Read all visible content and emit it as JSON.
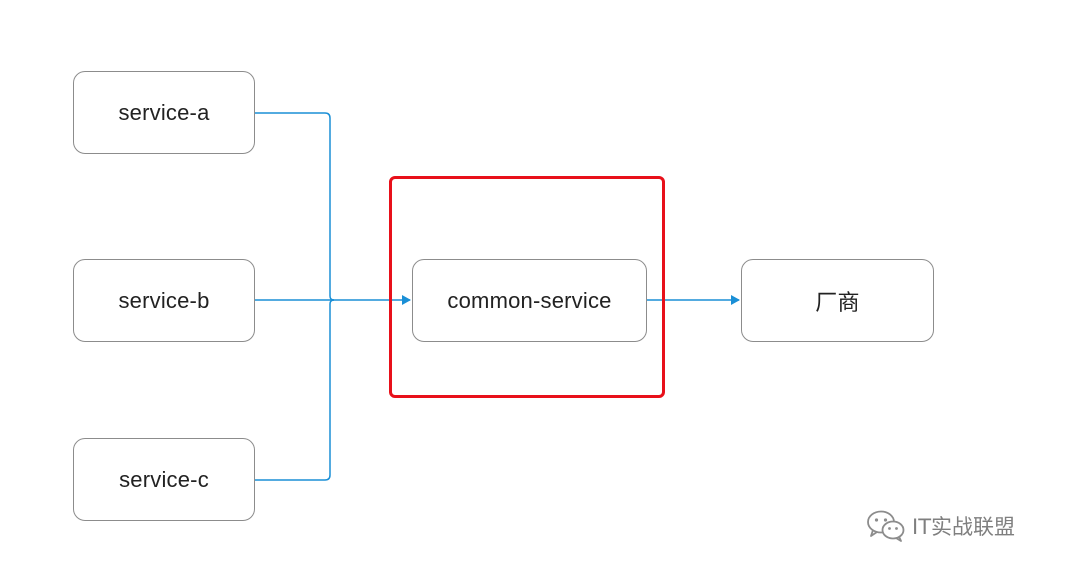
{
  "nodes": {
    "service_a": "service-a",
    "service_b": "service-b",
    "service_c": "service-c",
    "common_service": "common-service",
    "vendor": "厂商"
  },
  "highlight": {
    "color": "#e8101a",
    "target": "common-service"
  },
  "connector_color": "#1a8fd6",
  "watermark": {
    "text": "IT实战联盟",
    "icon": "wechat-icon"
  }
}
